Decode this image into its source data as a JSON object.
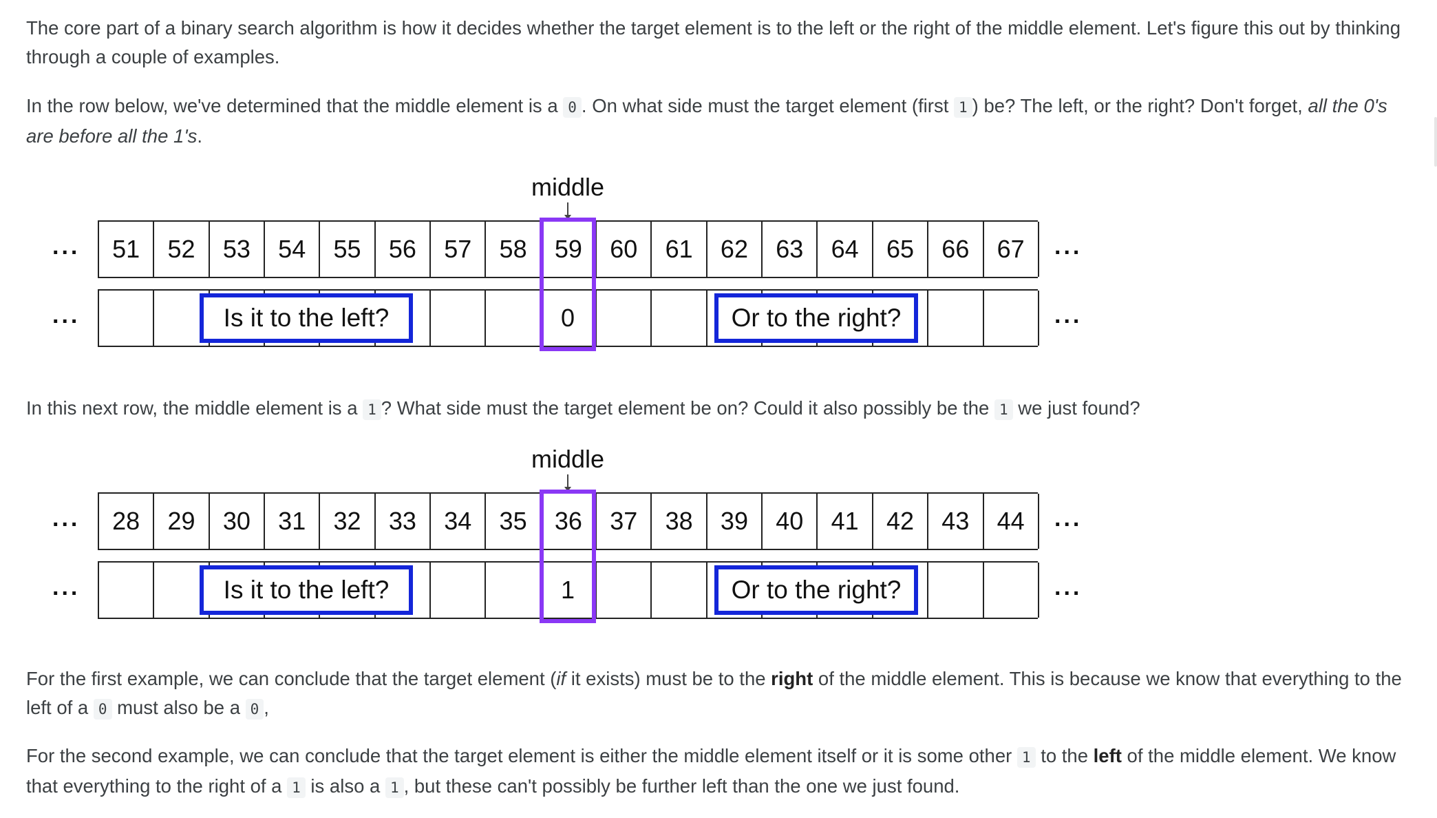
{
  "paragraphs": {
    "p1": "The core part of a binary search algorithm is how it decides whether the target element is to the left or the right of the middle element. Let's figure this out by thinking through a couple of examples.",
    "p2": {
      "a": "In the row below, we've determined that the middle element is a ",
      "code1": "0",
      "b": ". On what side must the target element (first ",
      "code2": "1",
      "c": ") be? The left, or the right? Don't forget, ",
      "italic": "all the 0's are before all the 1's",
      "d": "."
    },
    "p3": {
      "a": "In this next row, the middle element is a ",
      "code1": "1",
      "b": "? What side must the target element be on? Could it also possibly be the ",
      "code2": "1",
      "c": " we just found?"
    },
    "p4": {
      "a": "For the first example, we can conclude that the target element (",
      "italic": "if",
      "b": " it exists) must be to the ",
      "bold": "right",
      "c": " of the middle element. This is because we know that everything to the left of a ",
      "code1": "0",
      "d": " must also be a ",
      "code2": "0",
      "e": ","
    },
    "p5": {
      "a": "For the second example, we can conclude that the target element is either the middle element itself or it is some other ",
      "code1": "1",
      "b": " to the ",
      "bold": "left",
      "c": " of the middle element. We know that everything to the right of a ",
      "code2": "1",
      "d": " is also a ",
      "code3": "1",
      "e": ", but these can't possibly be further left than the one we just found."
    }
  },
  "figures": [
    {
      "middle_label": "middle",
      "indices": [
        "51",
        "52",
        "53",
        "54",
        "55",
        "56",
        "57",
        "58",
        "59",
        "60",
        "61",
        "62",
        "63",
        "64",
        "65",
        "66",
        "67"
      ],
      "middle_value": "0",
      "left_question": "Is it to the left?",
      "right_question": "Or to the right?",
      "ellipsis": "..."
    },
    {
      "middle_label": "middle",
      "indices": [
        "28",
        "29",
        "30",
        "31",
        "32",
        "33",
        "34",
        "35",
        "36",
        "37",
        "38",
        "39",
        "40",
        "41",
        "42",
        "43",
        "44"
      ],
      "middle_value": "1",
      "left_question": "Is it to the left?",
      "right_question": "Or to the right?",
      "ellipsis": "..."
    }
  ],
  "colors": {
    "question_box_border": "#1426d9",
    "middle_box_border": "#8a38f5"
  }
}
